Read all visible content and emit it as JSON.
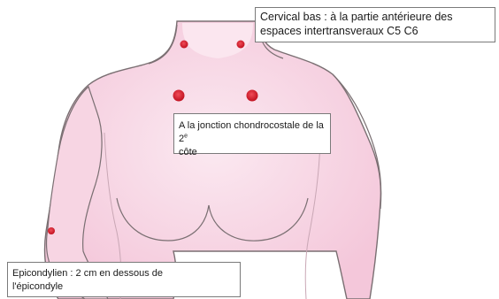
{
  "colors": {
    "skin_fill": "#f6d3e2",
    "skin_light": "#fbe9f1",
    "outline": "#7a6f72",
    "tender_point": "#d01e2e",
    "box_border": "#7a7a7a"
  },
  "labels": {
    "cervical": {
      "line1": "Cervical bas : à la partie antérieure des",
      "line2": "espaces intertransveraux  C5 C6"
    },
    "chondrocostal": {
      "line1_main": "A la jonction  chondrocostale  de la 2",
      "line1_sup": "e",
      "line2": "côte"
    },
    "epicondyle": {
      "line1": "Epicondylien  : 2 cm en dessous de",
      "line2": "l'épicondyle"
    }
  },
  "points": [
    {
      "name": "low-cervical-left-point"
    },
    {
      "name": "low-cervical-right-point"
    },
    {
      "name": "second-rib-left-point"
    },
    {
      "name": "second-rib-right-point"
    },
    {
      "name": "epicondyle-point"
    }
  ]
}
